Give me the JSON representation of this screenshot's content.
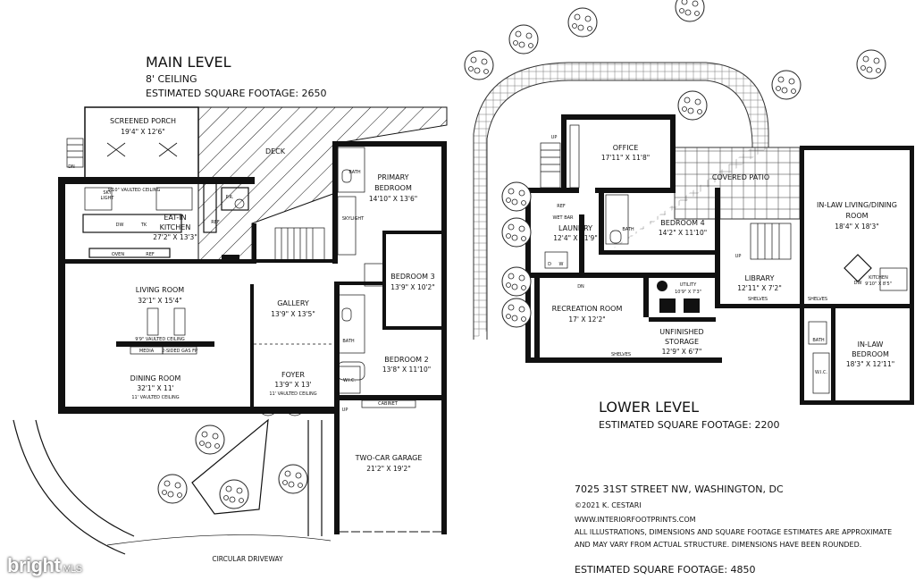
{
  "main_level": {
    "title": "MAIN LEVEL",
    "ceiling": "8' CEILING",
    "sqft": "ESTIMATED SQUARE FOOTAGE: 2650",
    "rooms": {
      "screened_porch": {
        "name": "SCREENED PORCH",
        "dim": "19'4\" X 12'6\""
      },
      "deck": {
        "name": "DECK"
      },
      "eat_in_kitchen": {
        "name": "EAT-IN",
        "name2": "KITCHEN",
        "dim": "27'2\" X 13'3\""
      },
      "kitchen_ceiling": "9'10\" VAULTED CEILING",
      "primary_bedroom": {
        "name": "PRIMARY",
        "name2": "BEDROOM",
        "dim": "14'10\" X 13'6\""
      },
      "living_room": {
        "name": "LIVING ROOM",
        "dim": "32'1\" X 15'4\""
      },
      "living_ceiling": "9'9\" VAULTED CEILING",
      "gallery": {
        "name": "GALLERY",
        "dim": "13'9\" X 13'5\""
      },
      "bedroom3": {
        "name": "BEDROOM 3",
        "dim": "13'9\" X 10'2\""
      },
      "dining_room": {
        "name": "DINING ROOM",
        "dim": "32'1\" X 11'",
        "note": "11' VAULTED CEILING"
      },
      "foyer": {
        "name": "FOYER",
        "dim": "13'9\" X 13'",
        "note": "11' VAULTED CEILING"
      },
      "bedroom2": {
        "name": "BEDROOM 2",
        "dim": "13'8\" X 11'10\""
      },
      "garage": {
        "name": "TWO-CAR GARAGE",
        "dim": "21'2\" X 19'2\""
      },
      "driveway": "CIRCULAR DRIVEWAY"
    },
    "fixtures": {
      "bath": "BATH",
      "pr": "P.R.",
      "ref": "REF",
      "oven": "OVEN",
      "dw": "DW",
      "tk": "TK",
      "sky": "SKY",
      "light": "LIGHT",
      "skylight": "SKYLIGHT",
      "wic": "W.I.C.",
      "media": "MEDIA",
      "fp": "2-SIDED GAS FP",
      "cabinet": "CABINET",
      "up": "UP",
      "dn": "DN"
    }
  },
  "lower_level": {
    "title": "LOWER LEVEL",
    "sqft": "ESTIMATED SQUARE FOOTAGE: 2200",
    "rooms": {
      "office": {
        "name": "OFFICE",
        "dim": "17'11\" X 11'8\""
      },
      "covered_patio": {
        "name": "COVERED PATIO"
      },
      "bedroom4": {
        "name": "BEDROOM 4",
        "dim": "14'2\" X 11'10\""
      },
      "laundry": {
        "name": "LAUNDRY",
        "dim": "12'4\" X 11'9\""
      },
      "wet_bar": "WET BAR",
      "inlaw_living": {
        "name": "IN-LAW LIVING/DINING",
        "name2": "ROOM",
        "dim": "18'4\" X 18'3\""
      },
      "utility": {
        "name": "UTILITY",
        "dim": "10'9\" X 7'3\""
      },
      "library": {
        "name": "LIBRARY",
        "dim": "12'11\" X 7'2\""
      },
      "kitchen": {
        "name": "KITCHEN",
        "dim": "9'10\" X 8'5\""
      },
      "recreation": {
        "name": "RECREATION ROOM",
        "dim": "17' X 12'2\""
      },
      "storage": {
        "name": "UNFINISHED",
        "name2": "STORAGE",
        "dim": "12'9\" X 6'7\""
      },
      "inlaw_bedroom": {
        "name": "IN-LAW",
        "name2": "BEDROOM",
        "dim": "18'3\" X 12'11\""
      }
    },
    "fixtures": {
      "shelves": "SHELVES",
      "bath": "BATH",
      "wic": "W.I.C.",
      "ref": "REF",
      "d": "D",
      "w": "W",
      "dw": "DW",
      "up": "UP",
      "dn": "DN"
    }
  },
  "info": {
    "address": "7025 31ST STREET NW, WASHINGTON, DC",
    "copyright": "©2021 K. CESTARI",
    "website": "WWW.INTERIORFOOTPRINTS.COM",
    "disclaimer1": "ALL ILLUSTRATIONS, DIMENSIONS AND SQUARE FOOTAGE ESTIMATES ARE APPROXIMATE",
    "disclaimer2": "AND MAY VARY FROM ACTUAL STRUCTURE. DIMENSIONS HAVE BEEN ROUNDED.",
    "total_sqft": "ESTIMATED SQUARE FOOTAGE: 4850"
  },
  "watermark": {
    "brand": "bright",
    "suffix": "MLS"
  }
}
